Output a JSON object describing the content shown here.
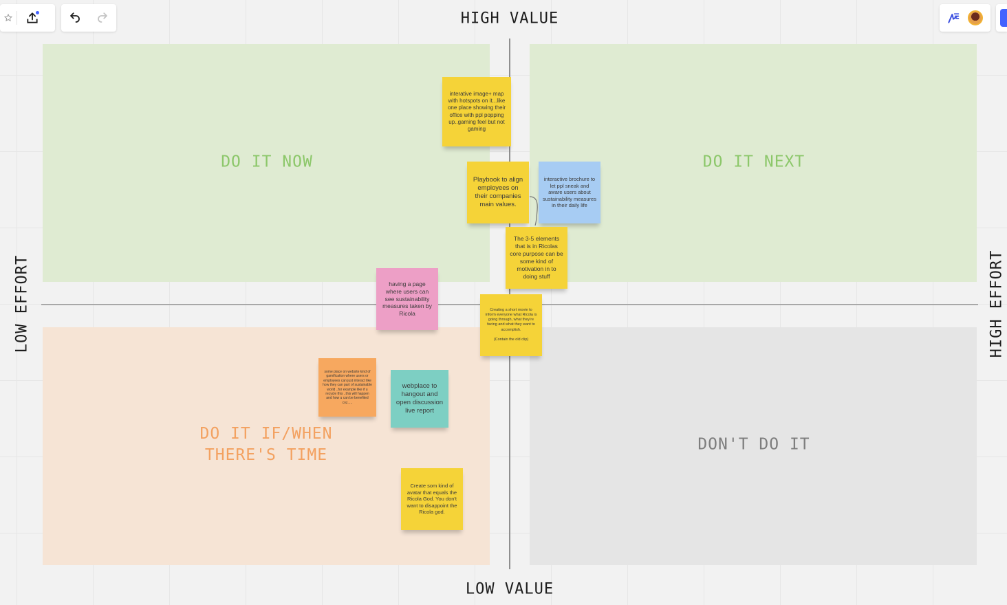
{
  "axes": {
    "high_value": "HIGH VALUE",
    "low_value": "LOW VALUE",
    "low_effort": "LOW EFFORT",
    "high_effort": "HIGH EFFORT"
  },
  "quadrants": {
    "now": "DO IT NOW",
    "next": "DO IT NEXT",
    "time": "DO IT IF/WHEN\nTHERE'S TIME",
    "dont": "DON'T DO IT"
  },
  "stickies": [
    {
      "text": "interative image+ map with hotspots on it...like one place showing their office with ppl popping up..gaming feel but not gaming",
      "color": "yellow"
    },
    {
      "text": "Playbook to align employees on their companies main values.",
      "color": "yellow"
    },
    {
      "text": "interactive brochure to let ppl sneak and aware users about sustainability measures in their daily life",
      "color": "blue"
    },
    {
      "text": "The 3-5 elements that is in Ricolas core purpose can be some kind of motivation in to doing stuff",
      "color": "yellow"
    },
    {
      "text": "having a page where users can see sustainability measures taken by Ricola",
      "color": "pink"
    },
    {
      "text": "Creating a short movie to inform everyone what Ricola is going through, what they're facing and what they want to accomplish.\n\n(Contain the old clip)",
      "color": "yellow"
    },
    {
      "text": "some place on website kind of gamification where users or employees can just interact like how they can part of sustainable world ..for example like if u recycle this ..this will happen and how u can be benefited coz.....",
      "color": "orange"
    },
    {
      "text": "webplace to hangout and open discussion live report",
      "color": "teal"
    },
    {
      "text": "Create som kind of avatar that equals the Ricola God. You don't want to disappoint the Ricola god.",
      "color": "yellow"
    }
  ],
  "colors": {
    "yellow": "#f5d338",
    "blue": "#a7ccf3",
    "pink": "#ed9fc6",
    "orange": "#f7a85f",
    "teal": "#7dcfc3"
  },
  "toolbar": {
    "star_icon": "star-icon",
    "export_icon": "upload-icon",
    "undo_icon": "undo-icon",
    "redo_icon": "redo-icon",
    "reactions_icon": "flag-icon"
  }
}
